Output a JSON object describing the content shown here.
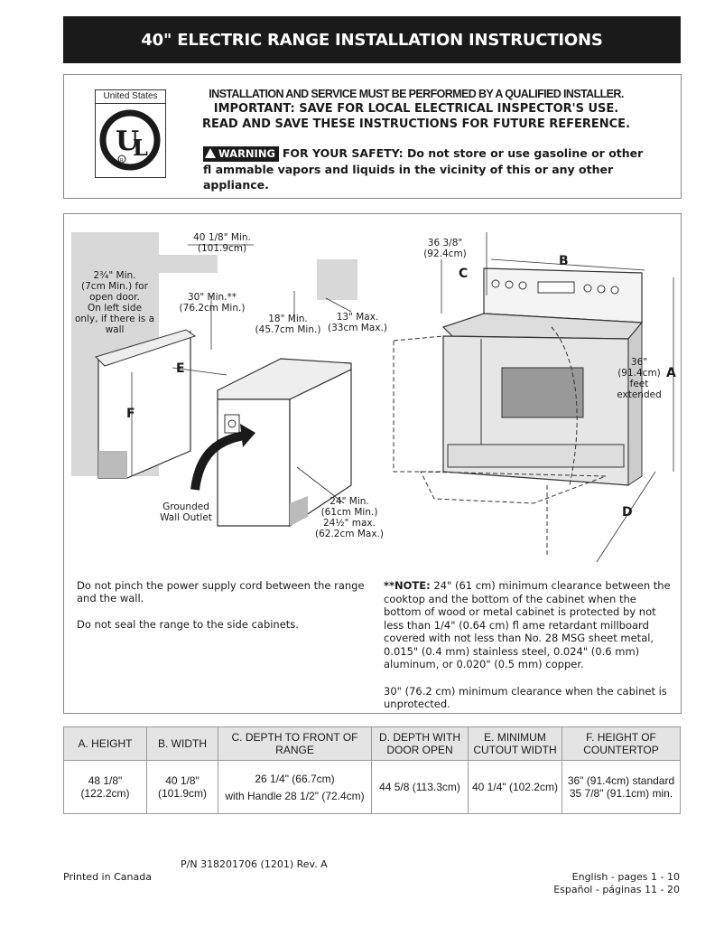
{
  "title": "40\" ELECTRIC RANGE INSTALLATION INSTRUCTIONS",
  "notice": {
    "ul_country": "United States",
    "line1": "INSTALLATION AND SERVICE MUST BE PERFORMED BY A QUALIFIED INSTALLER.",
    "line2": "IMPORTANT: SAVE FOR LOCAL ELECTRICAL INSPECTOR'S USE.",
    "line3": "READ AND SAVE THESE INSTRUCTIONS FOR FUTURE REFERENCE.",
    "warning_label": "WARNING",
    "warning_text_1": "FOR YOUR SAFETY: Do not store or use gasoline or other",
    "warning_text_2": "fl ammable vapors and liquids in the vicinity of this or any other appliance."
  },
  "diagram": {
    "dim_width_min": [
      "40 1/8\" Min.",
      "(101.9cm)"
    ],
    "dim_door": [
      "2¾\" Min.",
      "(7cm Min.) for",
      "open door.",
      "On left side",
      "only, if there is a",
      "wall"
    ],
    "dim_30": [
      "30\" Min.**",
      "(76.2cm Min.)"
    ],
    "dim_18": [
      "18\" Min.",
      "(45.7cm Min.)"
    ],
    "dim_13": [
      "13\" Max.",
      "(33cm Max.)"
    ],
    "dim_24": [
      "24\" Min.",
      "(61cm Min.)",
      "24½\" max.",
      "(62.2cm Max.)"
    ],
    "outlet": [
      "Grounded",
      "Wall Outlet"
    ],
    "dim_36_38": [
      "36 3/8\"",
      "(92.4cm)"
    ],
    "dim_36": [
      "36\"",
      "(91.4cm)",
      "feet",
      "extended"
    ],
    "letters": {
      "a": "A",
      "b": "B",
      "c": "C",
      "d": "D",
      "e": "E",
      "f": "F"
    }
  },
  "notes_left": [
    "Do not pinch the power supply cord between the range and the wall.",
    "Do not seal the range to the side cabinets."
  ],
  "notes_right": {
    "note_label": "**NOTE:",
    "note_text": " 24\" (61 cm) minimum clearance between the cooktop and the bottom of the cabinet when the bottom of wood or metal cabinet is protected by not less than 1/4\" (0.64 cm) fl ame retardant millboard covered with not less than No. 28 MSG sheet metal, 0.015\" (0.4 mm) stainless steel, 0.024\" (0.6 mm) aluminum, or 0.020\" (0.5 mm) copper.",
    "note_2": "30\" (76.2 cm) minimum clearance when the cabinet is unprotected."
  },
  "table": {
    "headers": [
      "A. HEIGHT",
      "B. WIDTH",
      "C. DEPTH TO FRONT OF RANGE",
      "D. DEPTH WITH DOOR OPEN",
      "E. MINIMUM CUTOUT WIDTH",
      "F. HEIGHT OF COUNTERTOP"
    ],
    "row": [
      [
        "48 1/8\"",
        "(122.2cm)"
      ],
      [
        "40 1/8\"",
        "(101.9cm)"
      ],
      [
        "26 1/4\" (66.7cm)",
        "with Handle 28 1/2\" (72.4cm)"
      ],
      [
        "44 5/8 (113.3cm)"
      ],
      [
        "40 1/4\" (102.2cm)"
      ],
      [
        "36\" (91.4cm) standard",
        "35 7/8\" (91.1cm) min."
      ]
    ]
  },
  "footer": {
    "part_number": "P/N 318201706 (1201) Rev. A",
    "printed": "Printed in Canada",
    "english": "English - pages 1 - 10",
    "spanish": "Español - páginas 11 - 20"
  }
}
